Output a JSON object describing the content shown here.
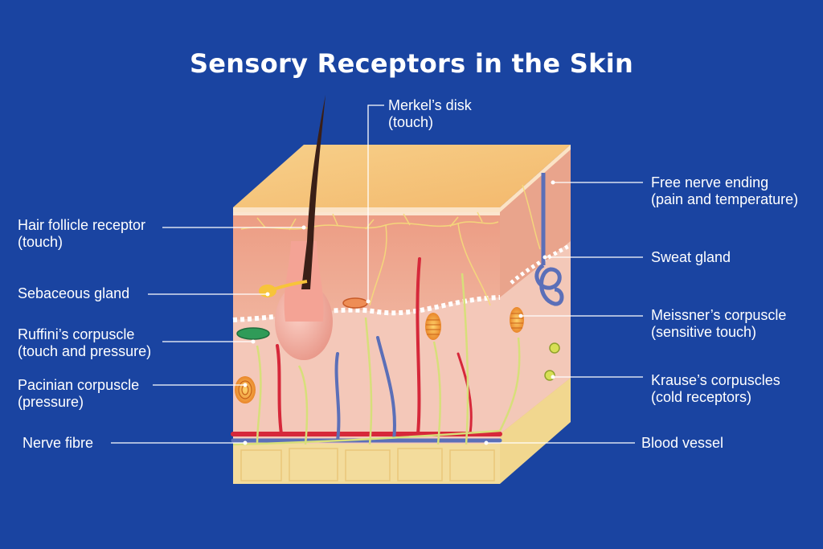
{
  "title": "Sensory Receptors in the Skin",
  "colors": {
    "background": "#1a44a1",
    "text": "#ffffff",
    "epidermis_top": "#f5c77e",
    "epidermis": "#e9907a",
    "dermis": "#f3c1b2",
    "fat": "#f5dc9a",
    "artery": "#d6283a",
    "vein": "#5b6fb8",
    "nerve": "#d7df7a"
  },
  "labels": {
    "hair_follicle": {
      "line1": "Hair follicle receptor",
      "line2": "(touch)"
    },
    "sebaceous": {
      "line1": "Sebaceous gland"
    },
    "ruffini": {
      "line1": "Ruffini’s corpuscle",
      "line2": "(touch and pressure)"
    },
    "pacinian": {
      "line1": "Pacinian corpuscle",
      "line2": "(pressure)"
    },
    "nerve_fibre": {
      "line1": "Nerve fibre"
    },
    "merkel": {
      "line1": "Merkel’s disk",
      "line2": "(touch)"
    },
    "free_nerve": {
      "line1": "Free nerve ending",
      "line2": "(pain and temperature)"
    },
    "sweat_gland": {
      "line1": "Sweat gland"
    },
    "meissner": {
      "line1": "Meissner’s corpuscle",
      "line2": "(sensitive touch)"
    },
    "krause": {
      "line1": "Krause’s corpuscles",
      "line2": "(cold receptors)"
    },
    "blood_vessel": {
      "line1": "Blood vessel"
    }
  },
  "icons": [
    "hair-icon",
    "sebaceous-gland-icon",
    "ruffini-corpuscle-icon",
    "pacinian-corpuscle-icon",
    "merkel-disk-icon",
    "meissner-corpuscle-icon",
    "krause-corpuscle-icon",
    "sweat-gland-icon"
  ]
}
